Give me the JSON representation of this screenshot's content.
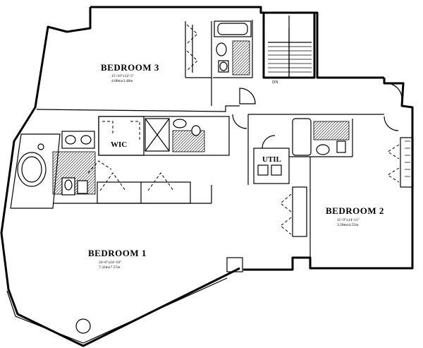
{
  "rooms": {
    "bedroom3": {
      "name": "BEDROOM 3",
      "dim_imperial": "15'-10\"x12'-5\"",
      "dim_metric": "4.88mx3.48m"
    },
    "bedroom2": {
      "name": "BEDROOM 2",
      "dim_imperial": "11'-9\"x14'-11\"",
      "dim_metric": "3.58mx4.55m"
    },
    "bedroom1": {
      "name": "BEDROOM 1",
      "dim_imperial": "24'-0\"x24'-10\"",
      "dim_metric": "7.32mx7.57m"
    },
    "wic": {
      "name": "WIC"
    },
    "util": {
      "name": "UTIL"
    }
  },
  "labels": {
    "stair_marker": "DN"
  }
}
